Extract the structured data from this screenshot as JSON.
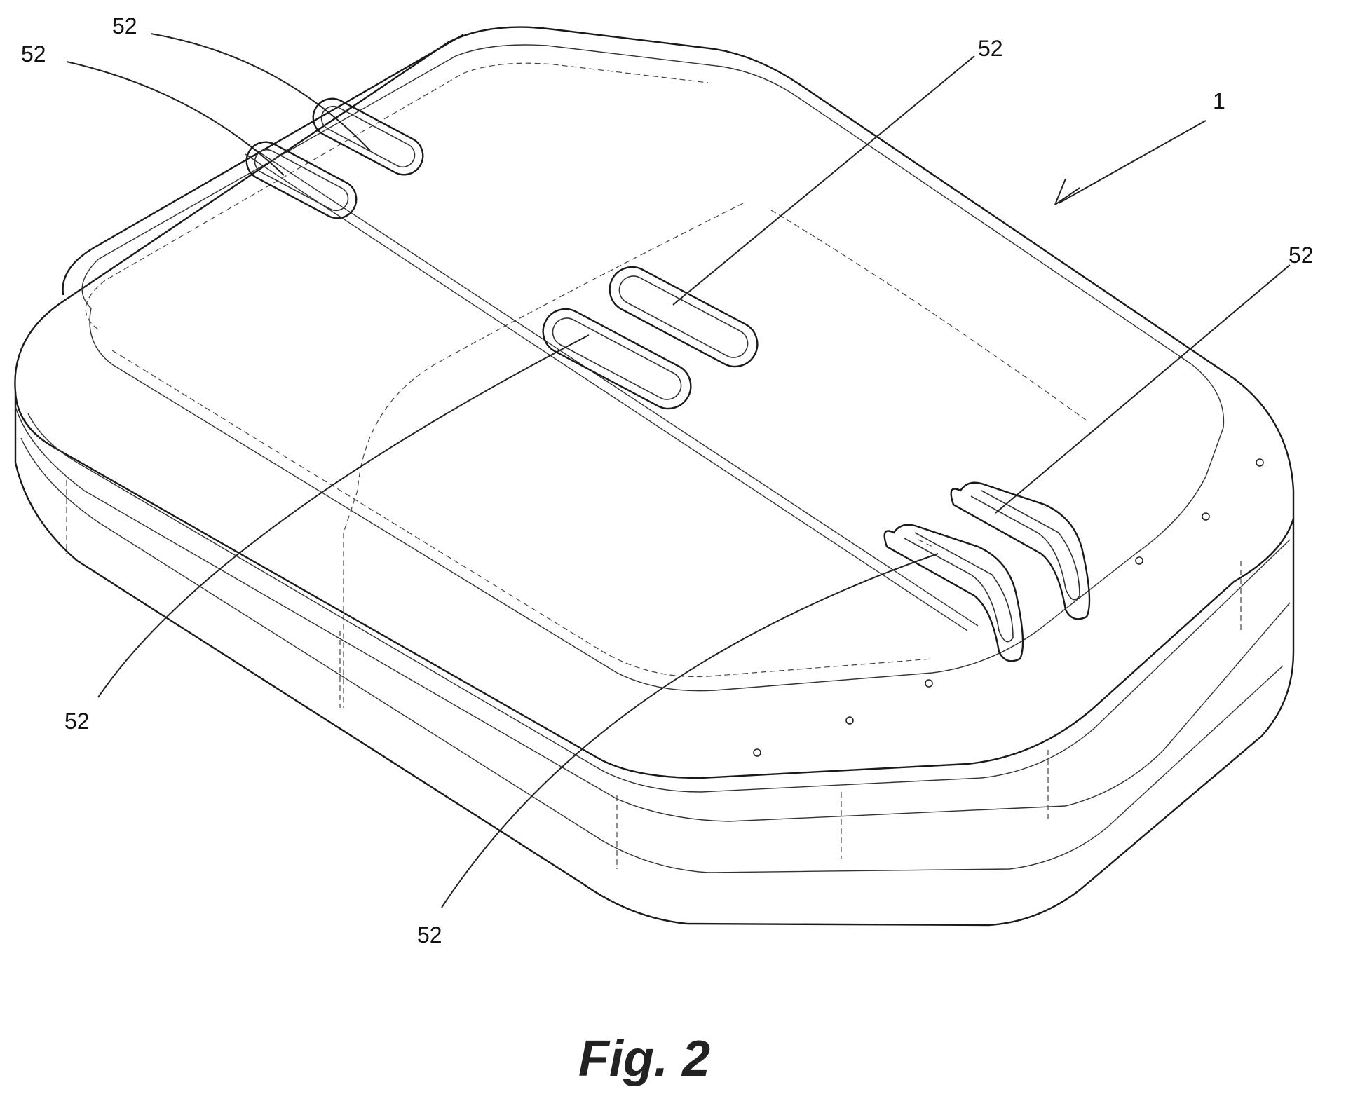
{
  "figure": {
    "caption": "Fig. 2",
    "reference_numerals": {
      "device": "1",
      "handle": "52"
    }
  },
  "colors": {
    "background": "#ffffff",
    "line": "#1a1a1a"
  }
}
